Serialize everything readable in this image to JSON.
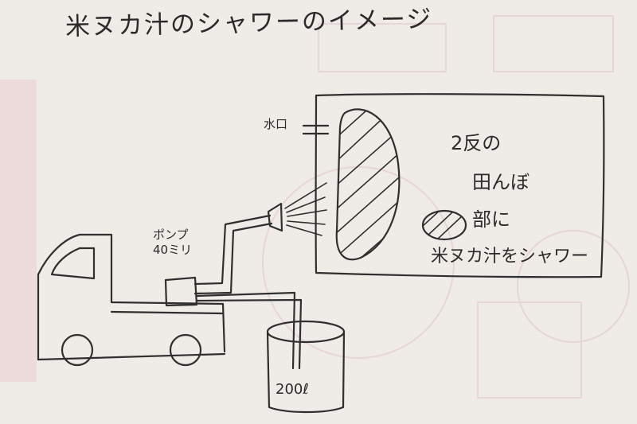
{
  "title": "米ヌカ汁のシャワーのイメージ",
  "labels": {
    "water_outlet": "水口",
    "pump_name": "ポンプ",
    "pump_size": "40ミリ",
    "field_line1": "2反の",
    "field_line2": "田んぼ",
    "field_part": "部に",
    "field_line4": "米ヌカ汁をシャワー",
    "tank_volume": "200ℓ"
  },
  "colors": {
    "ink": "#2f2f2f",
    "paper": "#efece8",
    "bleed_through": "#e3c3c8"
  }
}
